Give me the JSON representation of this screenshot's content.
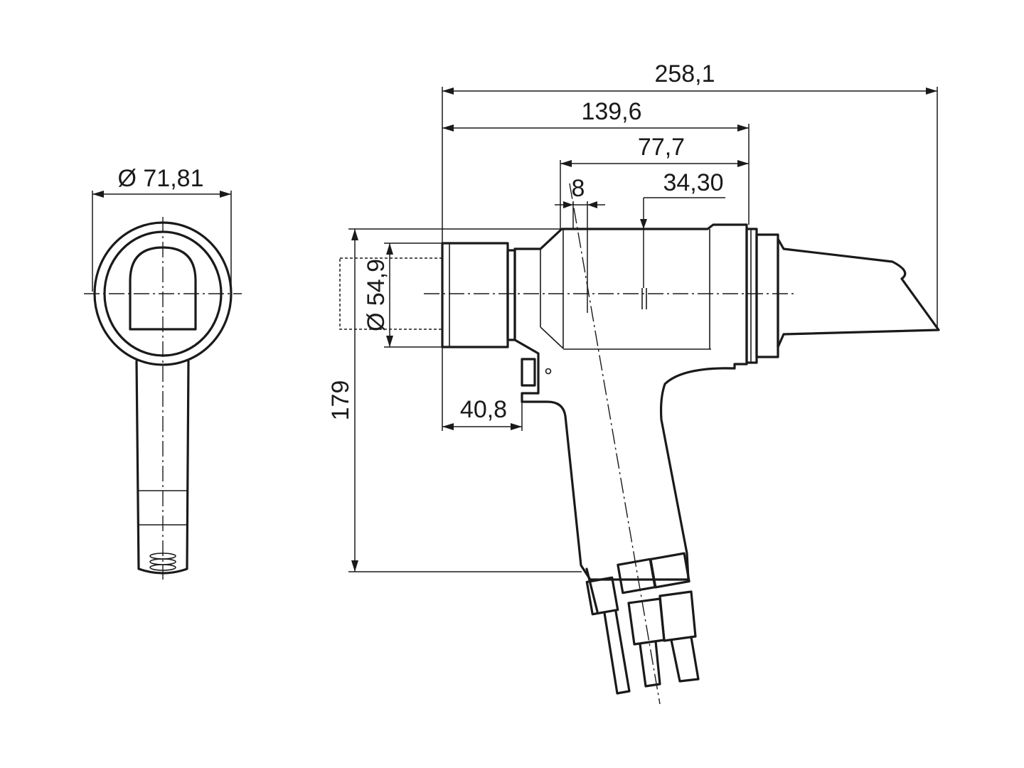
{
  "dimensions": {
    "overall_length": "258,1",
    "length_to_exhaust": "139,6",
    "body_length": "77,7",
    "handle_angle_offset": "8",
    "centre_offset": "34,30",
    "front_diameter": "Ø 71,81",
    "nose_diameter": "Ø 54,9",
    "overall_height": "179",
    "nose_length": "40,8"
  }
}
